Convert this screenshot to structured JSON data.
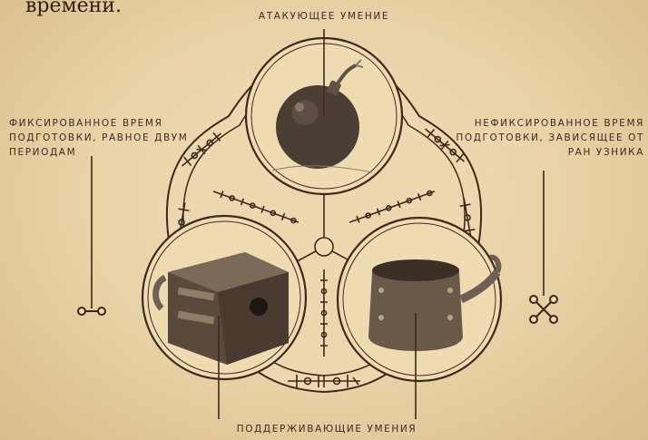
{
  "heading_fragment": "времени.",
  "labels": {
    "top": "Атакующее умение",
    "left": "Фиксированное время подготовки, равное двум периодам",
    "right": "Нефиксированное время подготовки, зависящее от ран узника",
    "bottom": "Поддерживающие умения"
  },
  "icons": {
    "fixed_timer": "two-dots-bar-icon",
    "variable_timer": "crossed-chains-icon",
    "attack_item": "bomb-icon",
    "support_item_left": "chest-icon",
    "support_item_right": "cuff-icon"
  },
  "colors": {
    "parchment": "#ead6ad",
    "ink": "#3a2a1c",
    "ring_fill": "#efdbb2"
  }
}
